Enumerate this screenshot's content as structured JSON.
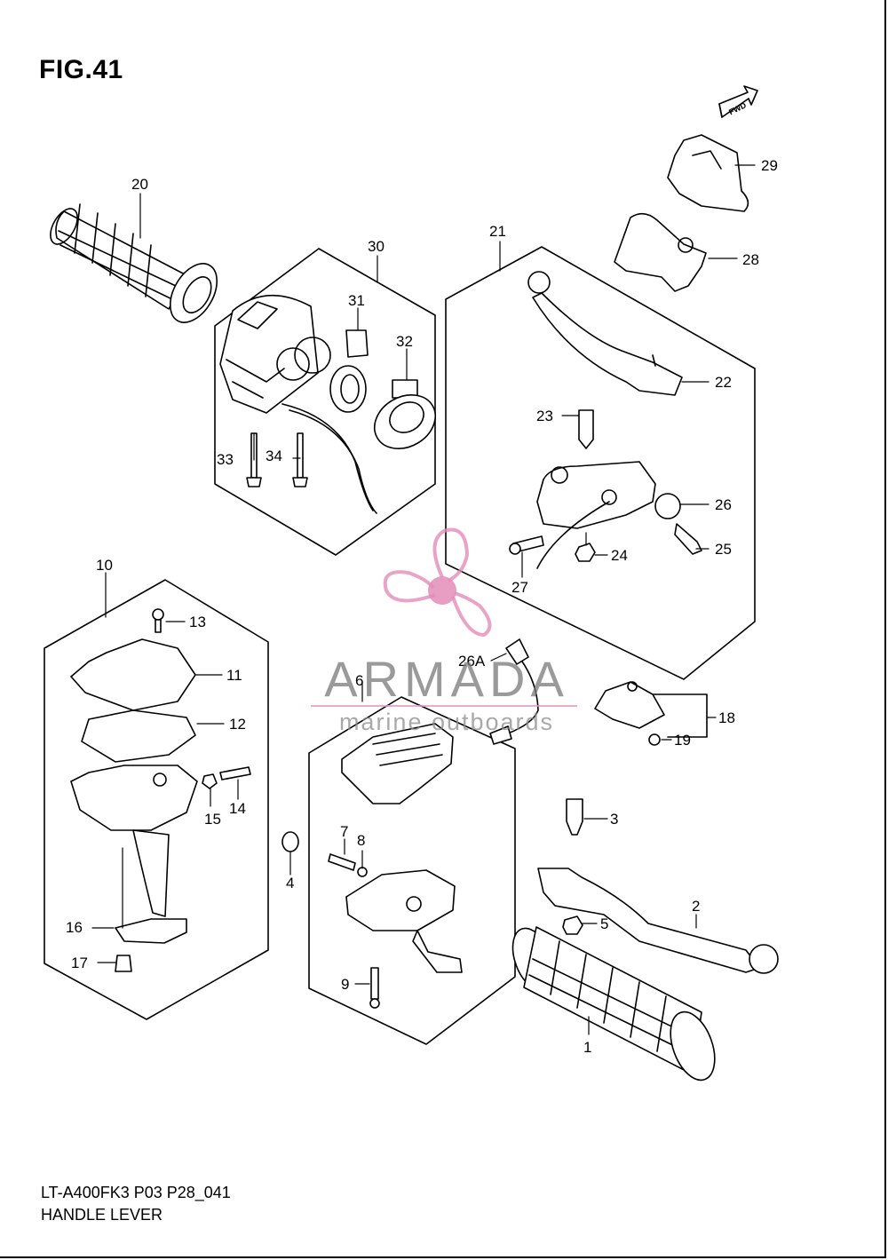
{
  "figure": {
    "title": "FIG.41"
  },
  "fwd_label": "FWD",
  "callouts": {
    "c1": "1",
    "c2": "2",
    "c3": "3",
    "c4": "4",
    "c5": "5",
    "c6": "6",
    "c7": "7",
    "c8": "8",
    "c9": "9",
    "c10": "10",
    "c11": "11",
    "c12": "12",
    "c13": "13",
    "c14": "14",
    "c15": "15",
    "c16": "16",
    "c17": "17",
    "c18": "18",
    "c19": "19",
    "c20": "20",
    "c21": "21",
    "c22": "22",
    "c23": "23",
    "c24": "24",
    "c25": "25",
    "c26": "26",
    "c26a": "26A",
    "c27": "27",
    "c28": "28",
    "c29": "29",
    "c30": "30",
    "c31": "31",
    "c32": "32",
    "c33": "33",
    "c34": "34"
  },
  "footer": {
    "code": "LT-A400FK3 P03 P28_041",
    "name": "HANDLE LEVER"
  },
  "watermark": {
    "brand": "ARMADA",
    "tagline": "marine outboards"
  }
}
